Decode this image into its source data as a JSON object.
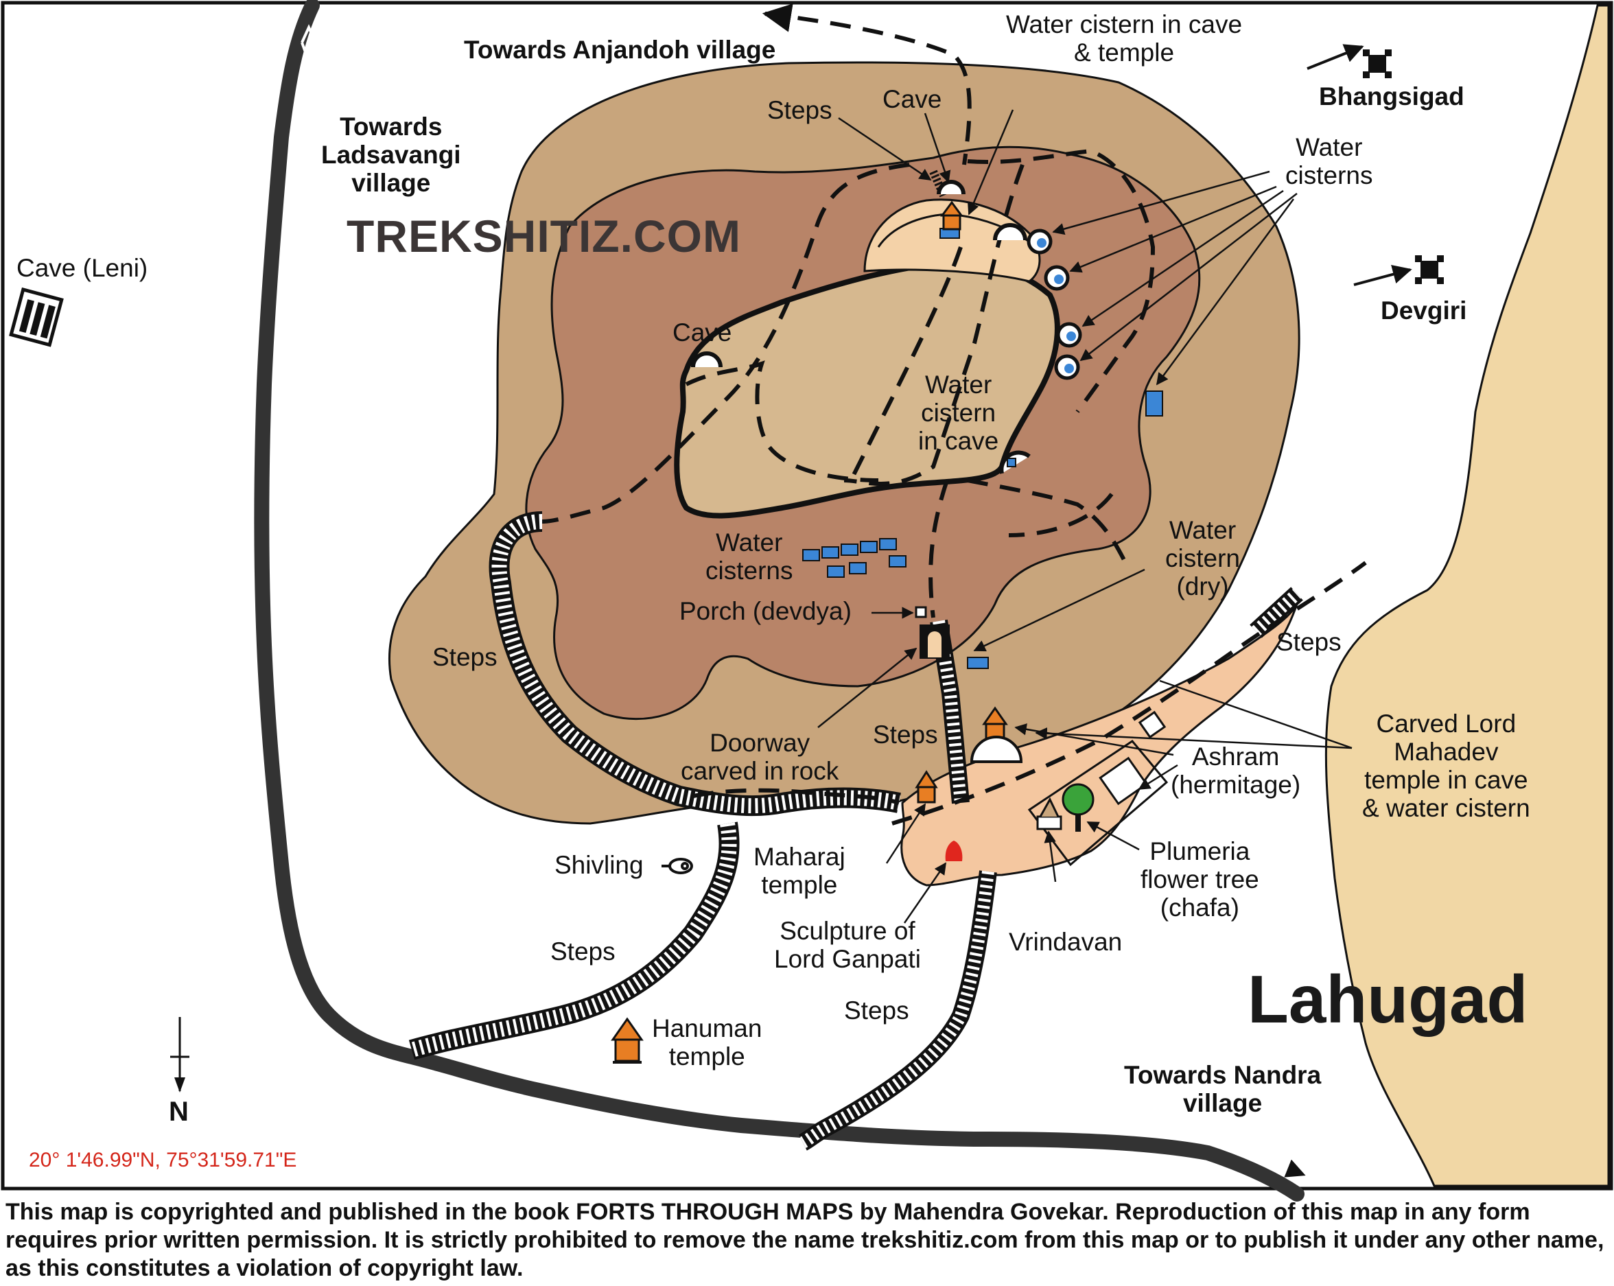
{
  "map": {
    "title": "Lahugad",
    "watermark": "TREKSHITIZ.COM",
    "coordinates": "20° 1'46.99\"N, 75°31'59.71\"E",
    "north_label": "N",
    "colors": {
      "outer_hill": "#c8a57c",
      "upper_plateau": "#b88468",
      "summit": "#d6b88f",
      "temple_area": "#f4c7a0",
      "plains": "#f1d7a5",
      "road": "#333333",
      "cistern": "#3b86d6",
      "temple_icon": "#e87e23",
      "ganpati": "#e0261e",
      "tree": "#3aa33a"
    },
    "labels": {
      "anjandoh": "Towards Anjandoh village",
      "ladsavangi_1": "Towards",
      "ladsavangi_2": "Ladsavangi",
      "ladsavangi_3": "village",
      "cave_leni": "Cave (Leni)",
      "steps_top": "Steps",
      "cave_top": "Cave",
      "cistern_temple_1": "Water cistern in cave",
      "cistern_temple_2": "& temple",
      "bhangsigad": "Bhangsigad",
      "devgiri": "Devgiri",
      "water_cisterns_right_1": "Water",
      "water_cisterns_right_2": "cisterns",
      "cave_left": "Cave",
      "cistern_in_cave_1": "Water",
      "cistern_in_cave_2": "cistern",
      "cistern_in_cave_3": "in cave",
      "water_cisterns_mid_1": "Water",
      "water_cisterns_mid_2": "cisterns",
      "cistern_dry_1": "Water",
      "cistern_dry_2": "cistern",
      "cistern_dry_3": "(dry)",
      "porch": "Porch (devdya)",
      "steps_left": "Steps",
      "steps_right": "Steps",
      "doorway_1": "Doorway",
      "doorway_2": "carved in rock",
      "steps_center": "Steps",
      "carved_temple_1": "Carved Lord",
      "carved_temple_2": "Mahadev",
      "carved_temple_3": "temple in cave",
      "carved_temple_4": "& water cistern",
      "ashram_1": "Ashram",
      "ashram_2": "(hermitage)",
      "shivling": "Shivling",
      "maharaj_1": "Maharaj",
      "maharaj_2": "temple",
      "plumeria_1": "Plumeria",
      "plumeria_2": "flower tree",
      "plumeria_3": "(chafa)",
      "steps_lower_left": "Steps",
      "ganpati_1": "Sculpture of",
      "ganpati_2": "Lord Ganpati",
      "vrindavan": "Vrindavan",
      "steps_bottom": "Steps",
      "hanuman_1": "Hanuman",
      "hanuman_2": "temple",
      "nandra_1": "Towards Nandra",
      "nandra_2": "village"
    }
  },
  "footer": {
    "copyright": "This map is copyrighted and published in the book FORTS THROUGH MAPS by Mahendra Govekar. Reproduction of this map in any form requires prior written permission. It is strictly prohibited to remove the name trekshitiz.com from this map or to publish it under any other name, as this constitutes a violation of copyright law."
  }
}
